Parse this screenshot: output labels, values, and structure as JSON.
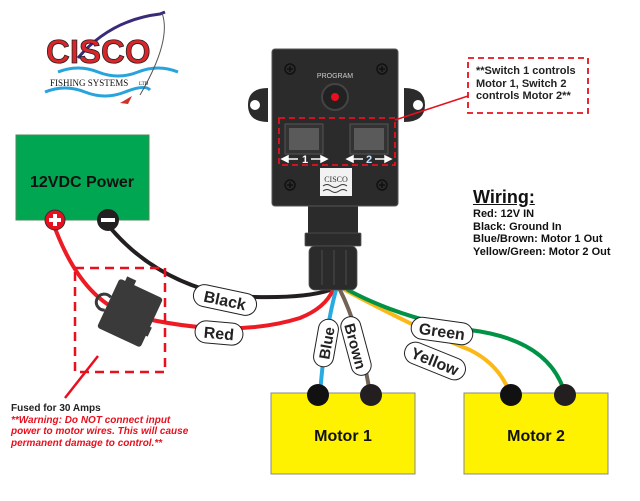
{
  "logo": {
    "brand": "CISCO",
    "tagline": "FISHING SYSTEMS",
    "suffix": "LTD"
  },
  "controller": {
    "program_label": "PROGRAM",
    "switches": [
      {
        "number": "1"
      },
      {
        "number": "2"
      }
    ]
  },
  "power_supply": {
    "label": "12VDC Power",
    "positive_symbol": "+",
    "negative_symbol": "−"
  },
  "motors": [
    {
      "label": "Motor 1"
    },
    {
      "label": "Motor 2"
    }
  ],
  "wire_labels": {
    "black": "Black",
    "red": "Red",
    "blue": "Blue",
    "brown": "Brown",
    "green": "Green",
    "yellow": "Yellow"
  },
  "switch_note": {
    "lines": [
      "**Switch 1 controls",
      "Motor 1, Switch 2",
      "controls Motor 2**"
    ]
  },
  "wiring_legend": {
    "title": "Wiring:",
    "items": [
      "Red: 12V IN",
      "Black: Ground In",
      "Blue/Brown: Motor 1 Out",
      "Yellow/Green: Motor 2 Out"
    ]
  },
  "fuse_note": {
    "fused": "Fused for 30 Amps",
    "warning_lines": [
      "**Warning: Do NOT connect input",
      "power to motor wires. This will cause",
      "permanent damage to control.**"
    ]
  },
  "colors": {
    "power_green": "#00a651",
    "motor_yellow": "#fff200",
    "wire_red": "#ed1c24",
    "wire_black": "#231f20",
    "wire_blue": "#29abe2",
    "wire_brown": "#736357",
    "wire_green": "#009245",
    "wire_yellow": "#fbb917",
    "annotation_red": "#e8101e",
    "controller_body": "#2b2b2b"
  }
}
